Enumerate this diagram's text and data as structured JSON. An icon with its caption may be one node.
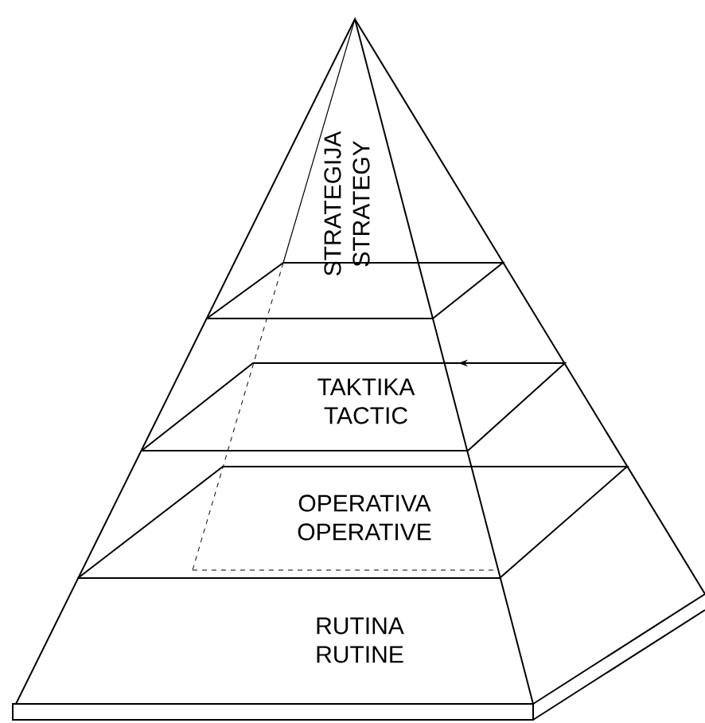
{
  "diagram": {
    "nodes": [
      {
        "text": [
          "STRATEGIJA",
          "STRATEGY"
        ]
      },
      {
        "text": [
          "TAKTIKA",
          "TACTIC"
        ]
      },
      {
        "text": [
          "OPERATIVA",
          "OPERATIVE"
        ]
      },
      {
        "text": [
          "RUTINA",
          "RUTINE"
        ]
      }
    ]
  }
}
